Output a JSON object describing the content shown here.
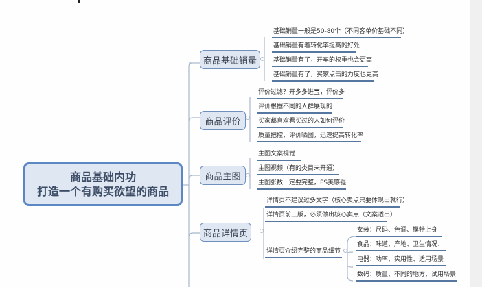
{
  "root": {
    "line1": "商品基础内功",
    "line2": "打造一个有购买欲望的商品"
  },
  "branches": [
    {
      "label": "商品基础销量",
      "children": [
        "基础销量一般是50-80个（不同客单价基础不同）",
        "基础销量有着转化率提高的好处",
        "基础销量有了，开车的权重也会更高",
        "基础销量有了，买家点击的力度也更高"
      ]
    },
    {
      "label": "商品评价",
      "children": [
        "评价过滤？开多多进宝，评价多",
        "评价根据不同的人群展现的",
        "买家都喜欢看买过的人如何评价",
        "质量把控，评价晒图，迅速提高转化率"
      ]
    },
    {
      "label": "商品主图",
      "children": [
        "主图文案视觉",
        "主图视频（有的类目未开通）",
        "主图张数一定要完整，PS美感强"
      ]
    },
    {
      "label": "商品详情页",
      "children": [
        "详情页不建议过多文字（核心卖点只要体现出就行）",
        "详情页前三版，必须做出核心卖点（文案透出）",
        "详情页介绍完整的商品细节"
      ],
      "sub_children": [
        "女装：尺码、色调、模特上身",
        "食品：味道、产地、卫生情况、",
        "电器：功率、实用性、适用场景",
        "数码：质量、不同的地方、试用场景"
      ]
    }
  ],
  "colors": {
    "node_fill": "#dfe7f3",
    "node_border": "#5b87c2",
    "connector": "#a9b8cc",
    "leaf_underline": "#5577a0"
  }
}
